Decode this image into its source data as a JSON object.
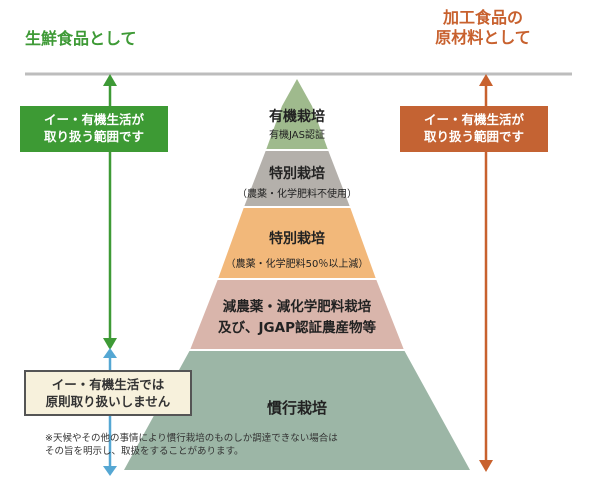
{
  "headers": {
    "left": "生鮮食品として",
    "right_line1": "加工食品の",
    "right_line2": "原材料として"
  },
  "boxes": {
    "green_line1": "イー・有機生活が",
    "green_line2": "取り扱う範囲です",
    "orange_line1": "イー・有機生活が",
    "orange_line2": "取り扱う範囲です",
    "gray_line1": "イー・有機生活では",
    "gray_line2": "原則取り扱いしません"
  },
  "pyramid": {
    "tier1_title": "有機栽培",
    "tier1_sub": "有機JAS認証",
    "tier2_title": "特別栽培",
    "tier2_sub": "（農薬・化学肥料不使用）",
    "tier3_title": "特別栽培",
    "tier3_sub": "（農薬・化学肥料50％以上減）",
    "tier4_line1": "減農薬・減化学肥料栽培",
    "tier4_line2": "及び、JGAP認証農産物等",
    "tier5_title": "慣行栽培"
  },
  "note": {
    "line1": "※天候やその他の事情により慣行栽培のものしか調達できない場合は",
    "line2": "その旨を明示し、取扱をすることがあります。"
  },
  "colors": {
    "tier1": "#9fba8d",
    "tier2": "#b4b0ab",
    "tier3": "#f2b87a",
    "tier4": "#d9b5ab",
    "tier5": "#9cb6a6",
    "green": "#3e9a36",
    "orange": "#c8612e",
    "blue": "#55a7d3",
    "rule": "#bdbdbd"
  }
}
